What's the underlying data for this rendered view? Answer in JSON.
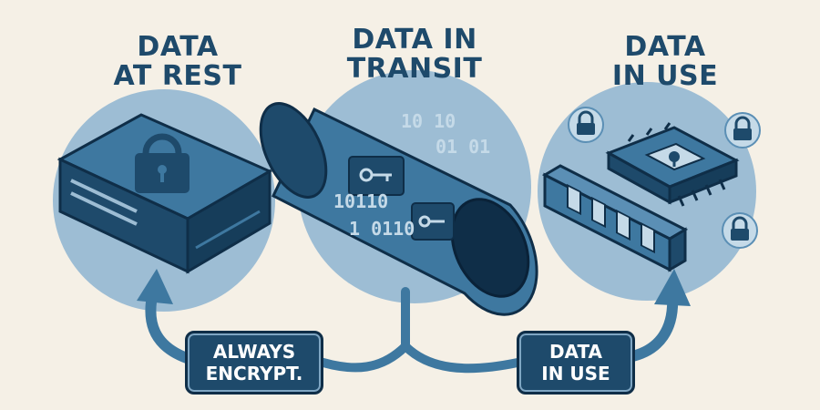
{
  "colors": {
    "background": "#f5f0e6",
    "circle": "#9dbdd4",
    "dark_navy": "#1e4a6b",
    "mid_blue": "#3e78a0",
    "light_blue": "#c5dae8"
  },
  "sections": [
    {
      "title_line1": "DATA",
      "title_line2": "AT REST",
      "icon": "encrypted-disk-icon"
    },
    {
      "title_line1": "DATA IN",
      "title_line2": "TRANSIT",
      "icon": "encrypted-pipe-icon"
    },
    {
      "title_line1": "DATA",
      "title_line2": "IN USE",
      "icon": "memory-chip-icon"
    }
  ],
  "transit_bits": {
    "top": "10 10",
    "middle": "01 01",
    "bottom": "10110",
    "lower": "1 0110"
  },
  "badges": {
    "left_line1": "ALWAYS",
    "left_line2": "ENCRYPT.",
    "right_line1": "DATA",
    "right_line2": "IN USE"
  }
}
